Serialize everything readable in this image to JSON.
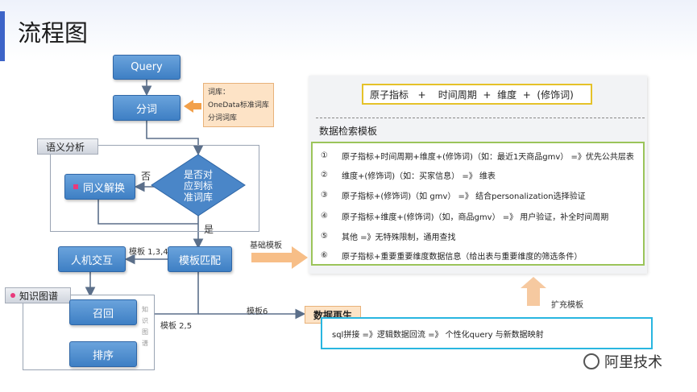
{
  "title": "流程图",
  "nodes": {
    "query": "Query",
    "fenci": "分词",
    "dict_lines": [
      "词库：",
      "OneData标准词库",
      "分词词库"
    ],
    "semantic_tag": "语义分析",
    "synonym": "同义解换",
    "diamond_lines": [
      "是否对",
      "应到标",
      "准词库"
    ],
    "no_label": "否",
    "yes_label": "是",
    "template_match": "模板匹配",
    "human": "人机交互",
    "knowledge_tag": "知识图谱",
    "recall": "召回",
    "rank": "排序",
    "side_text": "知识图谱",
    "data_regen": "数据再生",
    "regen_text": "sql拼接 =》逻辑数据回流 =》 个性化query 与新数据映射"
  },
  "edge_labels": {
    "t134": "模板 1,3,4",
    "t25": "模板 2,5",
    "t6": "模板6",
    "basic": "基础模板",
    "extend": "扩充模板"
  },
  "panel": {
    "formula": "原子指标   +    时间周期  +  维度  +  (修饰词)",
    "header": "数据检索模板",
    "rows": [
      {
        "num": "①",
        "text": "原子指标+时间周期+维度+(修饰词)（如：最近1天商品gmv） =》优先公共层表"
      },
      {
        "num": "②",
        "text": "维度+(修饰词)（如：买家信息） =》 维表"
      },
      {
        "num": "③",
        "text": "原子指标+(修饰词)（如    gmv） =》 结合personalization选择验证"
      },
      {
        "num": "④",
        "text": "原子指标+维度+(修饰词)（如，商品gmv）   =》 用户验证，补全时间周期"
      },
      {
        "num": "⑤",
        "text": "其他 =》无特殊限制，通用查找"
      },
      {
        "num": "⑥",
        "text": "原子指标+重要重要维度数据信息（给出表与重要维度的筛选条件）"
      }
    ]
  },
  "watermark": "阿里技术",
  "colors": {
    "accent": "#3d64c8",
    "node_blue": "#4a86c8",
    "arrow_orange": "#f2a04a",
    "green_border": "#9bc45a",
    "yellow_border": "#e5c229",
    "cyan_border": "#29b6e0"
  }
}
